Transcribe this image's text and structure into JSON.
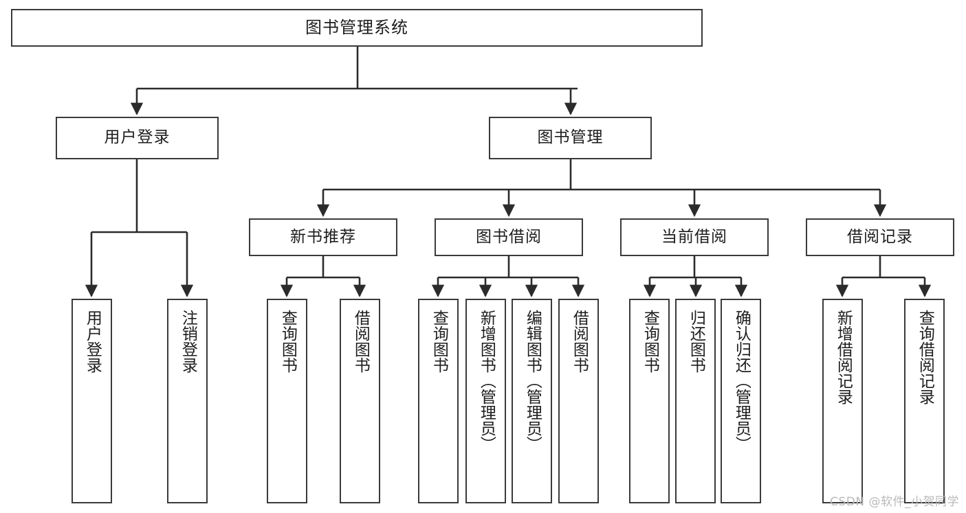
{
  "diagram": {
    "title": "图书管理系统",
    "type": "tree-hierarchy-chart",
    "orientation": "top-down",
    "colors": {
      "background": "#ffffff",
      "box_border": "#3a3a3a",
      "box_fill": "#ffffff",
      "connector": "#2b2b2b",
      "text": "#1d1d1d",
      "watermark": "#b9b9b9"
    },
    "root": {
      "label": "图书管理系统"
    },
    "level1": [
      {
        "label": "用户登录"
      },
      {
        "label": "图书管理"
      }
    ],
    "level2": [
      {
        "label": "新书推荐"
      },
      {
        "label": "图书借阅"
      },
      {
        "label": "当前借阅"
      },
      {
        "label": "借阅记录"
      }
    ],
    "leaves": {
      "user_login": [
        {
          "label": "用户登录"
        },
        {
          "label": "注销登录"
        }
      ],
      "new_book_recommend": [
        {
          "label": "查询图书"
        },
        {
          "label": "借阅图书"
        }
      ],
      "book_borrow": [
        {
          "label": "查询图书"
        },
        {
          "label": "新增图书（管理员）"
        },
        {
          "label": "编辑图书（管理员）"
        },
        {
          "label": "借阅图书"
        }
      ],
      "current_borrow": [
        {
          "label": "查询图书"
        },
        {
          "label": "归还图书"
        },
        {
          "label": "确认归还（管理员）"
        }
      ],
      "borrow_record": [
        {
          "label": "新增借阅记录"
        },
        {
          "label": "查询借阅记录"
        }
      ]
    }
  },
  "watermark": {
    "text": "CSDN @软件_小贺同学"
  }
}
